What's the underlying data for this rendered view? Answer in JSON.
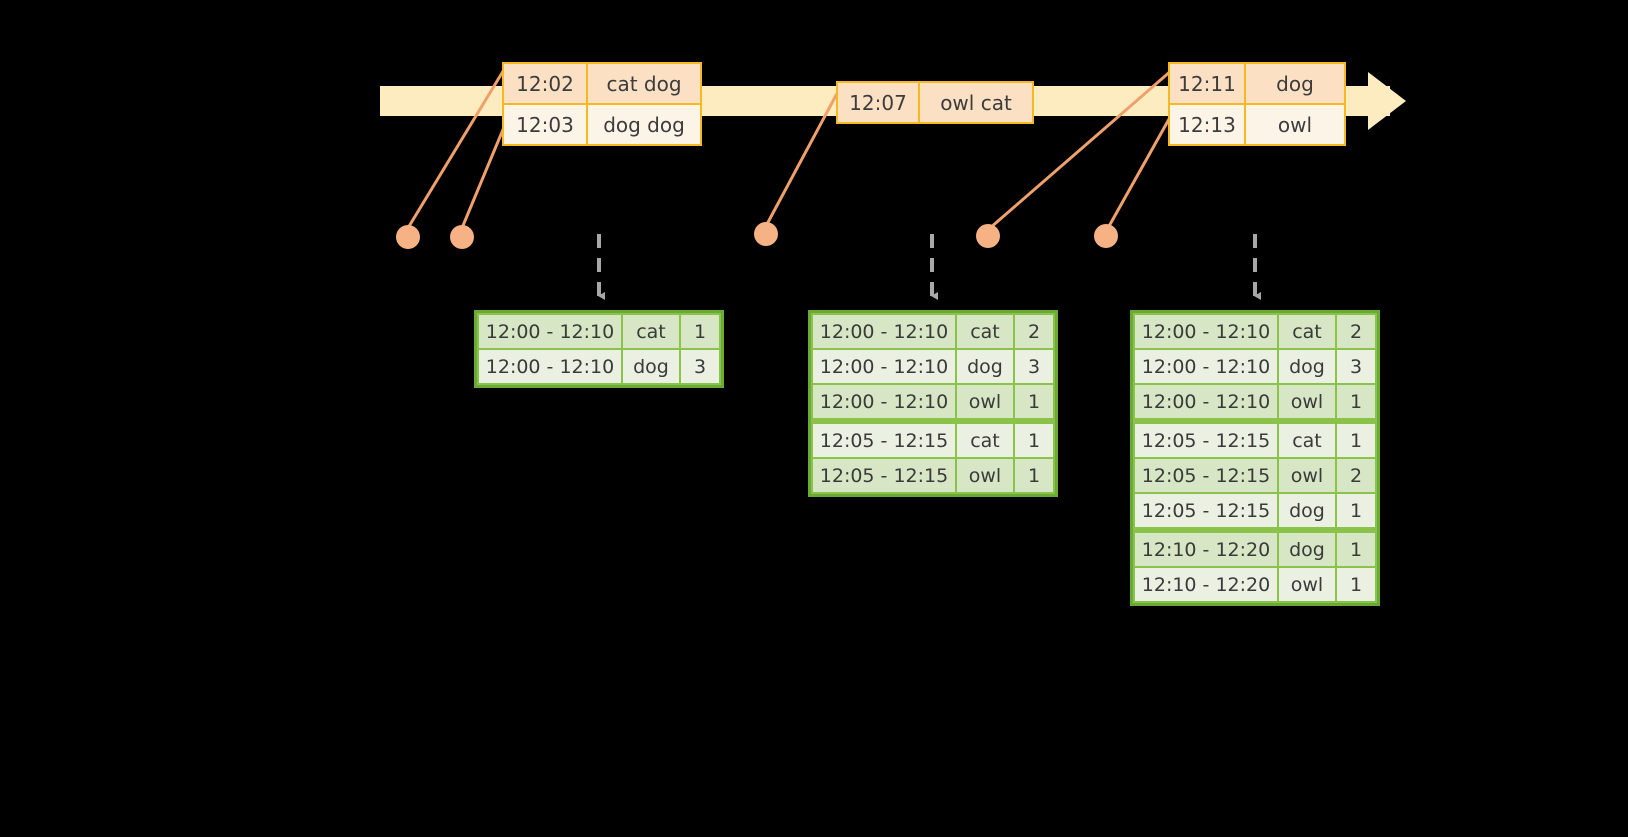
{
  "timeline": {
    "name": "event-stream-timeline",
    "direction": "left-to-right",
    "bar_color": "#fdecc0"
  },
  "events": [
    {
      "id": "event-group-1",
      "rows": [
        {
          "time": "12:02",
          "words": "cat dog"
        },
        {
          "time": "12:03",
          "words": "dog dog"
        }
      ]
    },
    {
      "id": "event-group-2",
      "rows": [
        {
          "time": "12:07",
          "words": "owl cat"
        }
      ]
    },
    {
      "id": "event-group-3",
      "rows": [
        {
          "time": "12:11",
          "words": "dog"
        },
        {
          "time": "12:13",
          "words": "owl"
        }
      ]
    }
  ],
  "results": [
    {
      "id": "result-table-1",
      "rows": [
        {
          "window": "12:00 - 12:10",
          "word": "cat",
          "count": "1",
          "group": 0
        },
        {
          "window": "12:00 - 12:10",
          "word": "dog",
          "count": "3",
          "group": 0
        }
      ]
    },
    {
      "id": "result-table-2",
      "rows": [
        {
          "window": "12:00 - 12:10",
          "word": "cat",
          "count": "2",
          "group": 0
        },
        {
          "window": "12:00 - 12:10",
          "word": "dog",
          "count": "3",
          "group": 0
        },
        {
          "window": "12:00 - 12:10",
          "word": "owl",
          "count": "1",
          "group": 0
        },
        {
          "window": "12:05 - 12:15",
          "word": "cat",
          "count": "1",
          "group": 1
        },
        {
          "window": "12:05 - 12:15",
          "word": "owl",
          "count": "1",
          "group": 1
        }
      ]
    },
    {
      "id": "result-table-3",
      "rows": [
        {
          "window": "12:00 - 12:10",
          "word": "cat",
          "count": "2",
          "group": 0
        },
        {
          "window": "12:00 - 12:10",
          "word": "dog",
          "count": "3",
          "group": 0
        },
        {
          "window": "12:00 - 12:10",
          "word": "owl",
          "count": "1",
          "group": 0
        },
        {
          "window": "12:05 - 12:15",
          "word": "cat",
          "count": "1",
          "group": 1
        },
        {
          "window": "12:05 - 12:15",
          "word": "owl",
          "count": "2",
          "group": 1
        },
        {
          "window": "12:05 - 12:15",
          "word": "dog",
          "count": "1",
          "group": 1
        },
        {
          "window": "12:10 - 12:20",
          "word": "dog",
          "count": "1",
          "group": 2
        },
        {
          "window": "12:10 - 12:20",
          "word": "owl",
          "count": "1",
          "group": 2
        }
      ]
    }
  ],
  "colors": {
    "background": "#000000",
    "timeline": "#fdecc0",
    "event_border": "#f5b921",
    "event_fill_shade": "#fbe0c4",
    "event_fill_plain": "#fdf4e8",
    "dot": "#f6b184",
    "connector": "#f0a06a",
    "result_border": "#6aab36",
    "result_grid": "#8bc34a",
    "result_fill_shade": "#d7e6c5",
    "result_fill_plain": "#eaf1e3",
    "arrow": "#a8a8a8"
  }
}
